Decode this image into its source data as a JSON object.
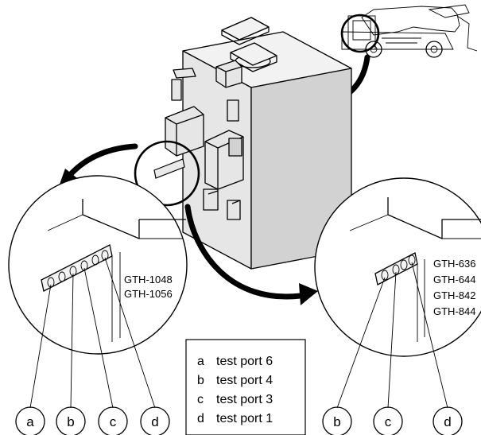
{
  "left_inset": {
    "models": [
      "GTH-1048",
      "GTH-1056"
    ],
    "callouts": [
      "a",
      "b",
      "c",
      "d"
    ]
  },
  "right_inset": {
    "models": [
      "GTH-636",
      "GTH-644",
      "GTH-842",
      "GTH-844"
    ],
    "callouts": [
      "b",
      "c",
      "d"
    ]
  },
  "legend": {
    "items": [
      {
        "letter": "a",
        "text": "test port 6"
      },
      {
        "letter": "b",
        "text": "test port 4"
      },
      {
        "letter": "c",
        "text": "test port 3"
      },
      {
        "letter": "d",
        "text": "test port 1"
      }
    ]
  }
}
